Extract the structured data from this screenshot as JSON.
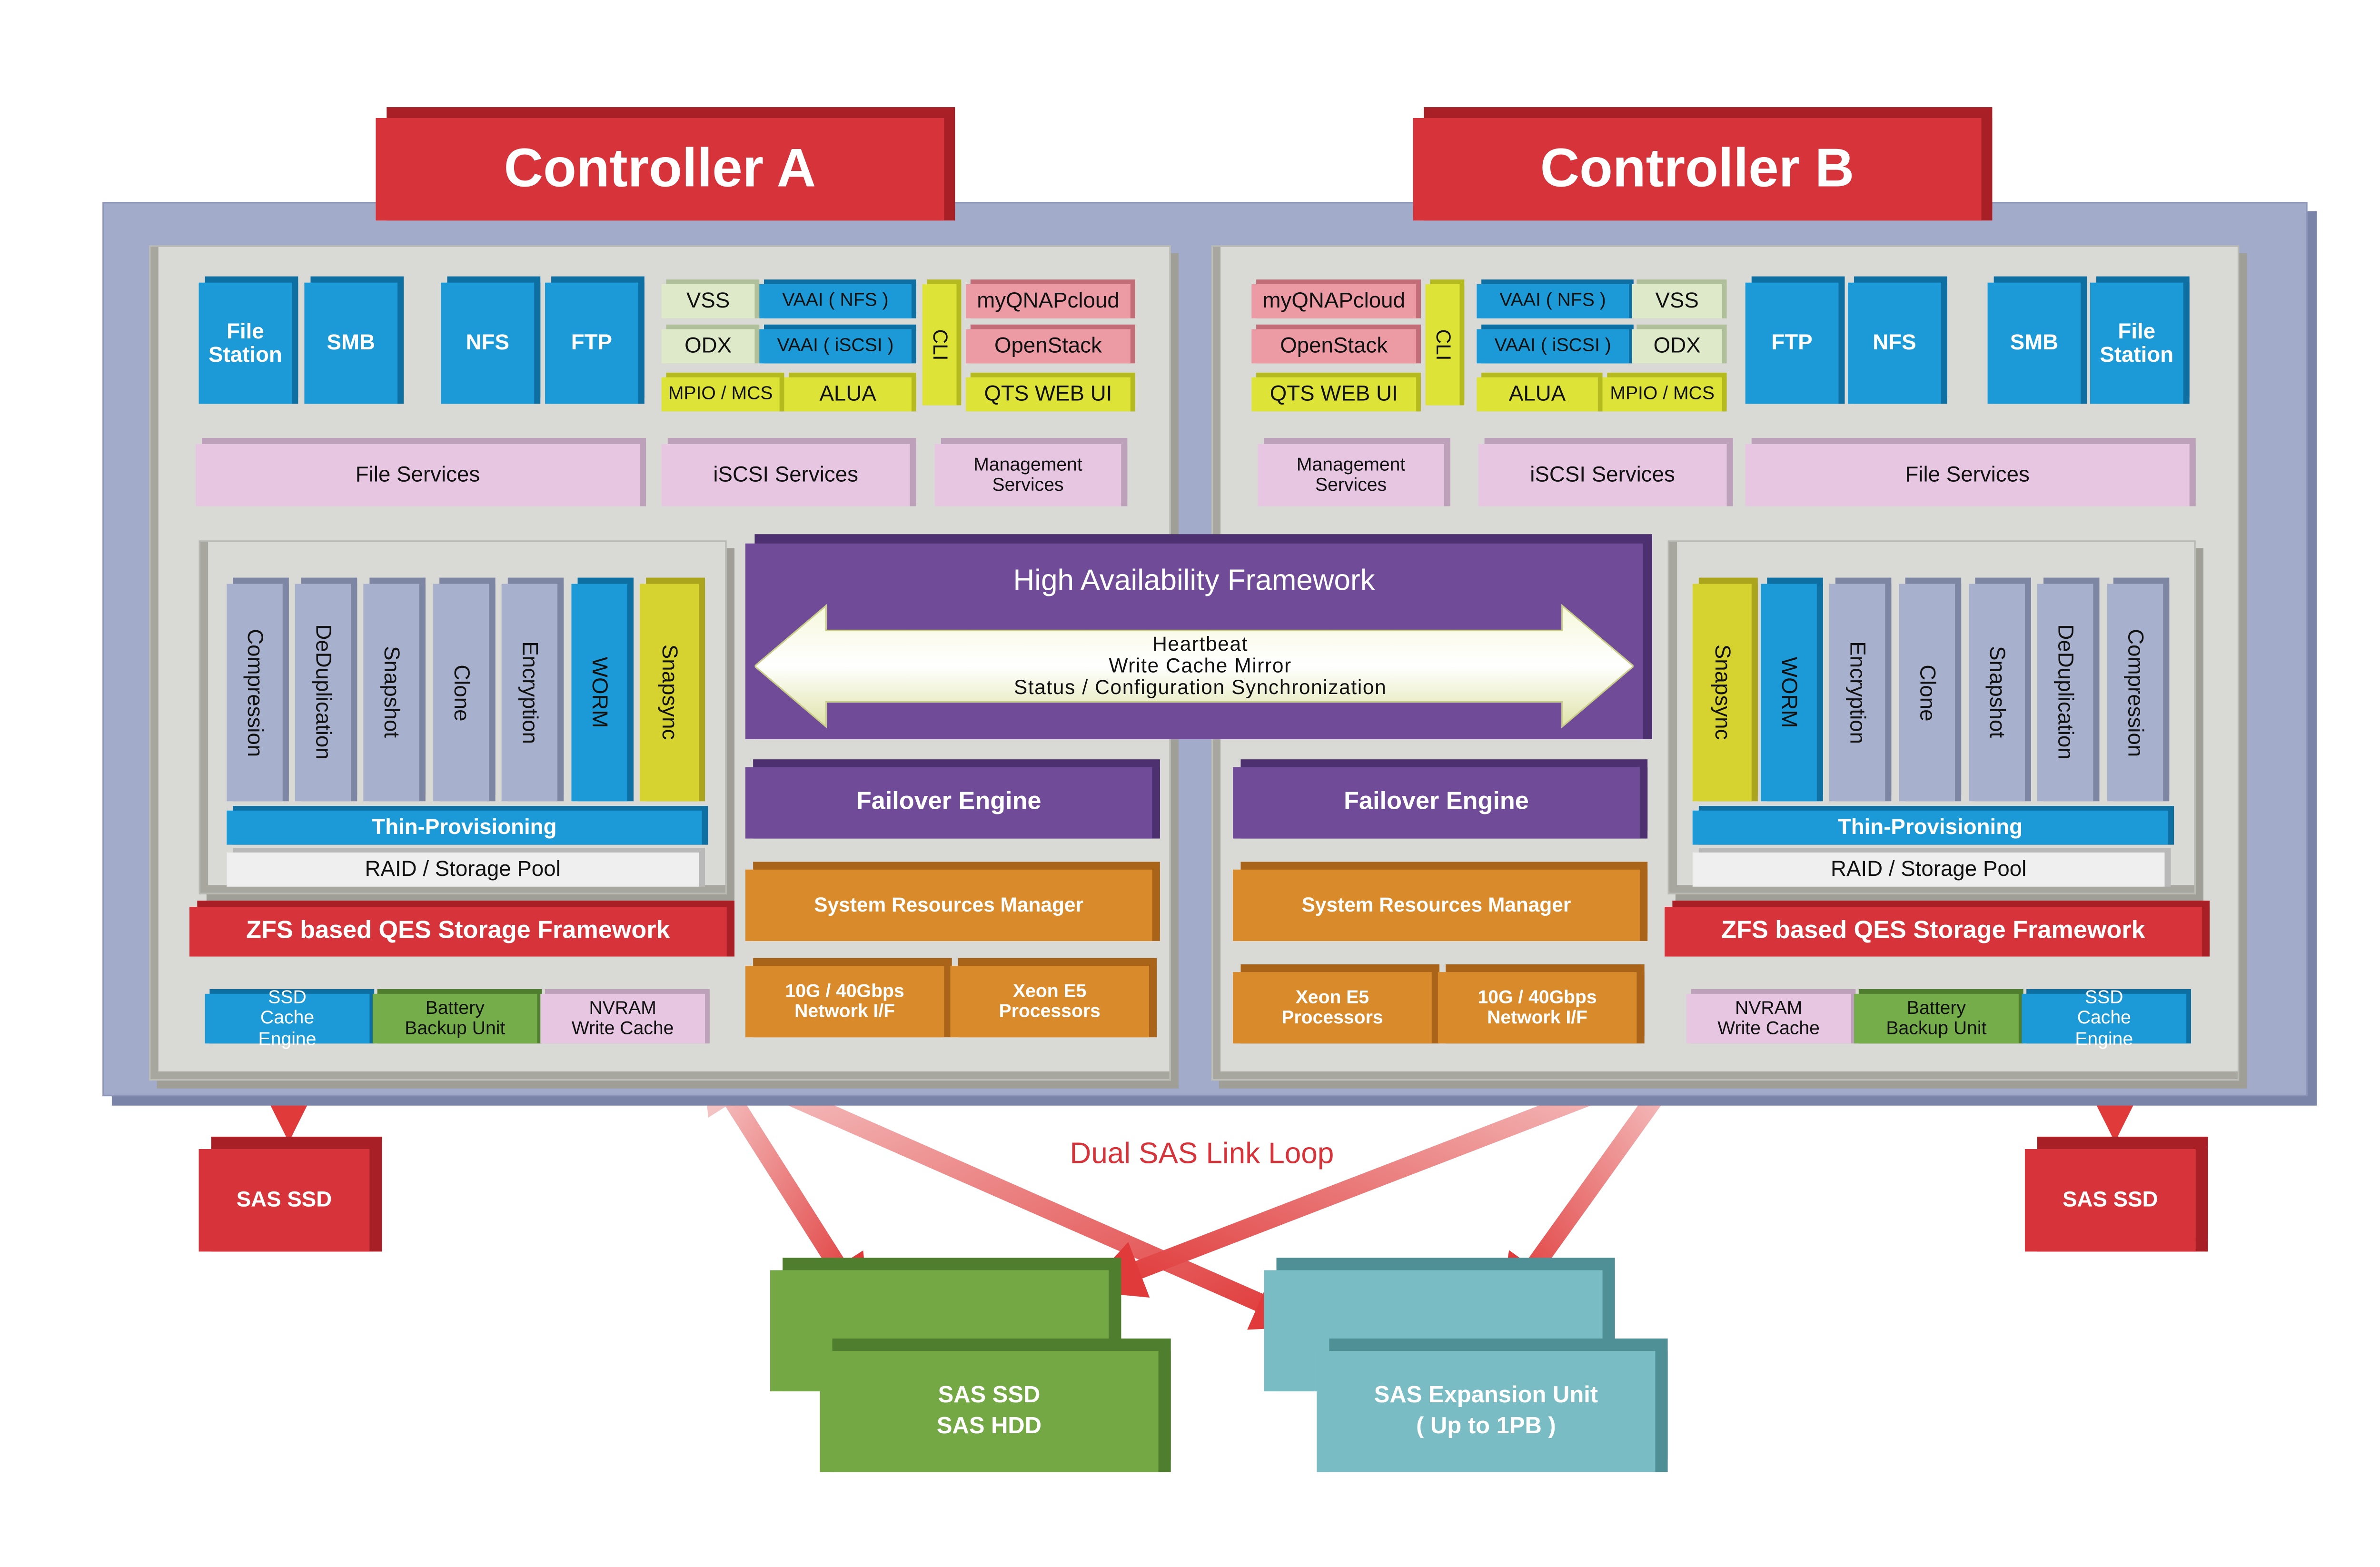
{
  "titles": {
    "controller_a": "Controller A",
    "controller_b": "Controller B"
  },
  "protocols": {
    "file_station": "File Station",
    "smb": "SMB",
    "nfs": "NFS",
    "ftp": "FTP"
  },
  "tags": {
    "vss": "VSS",
    "odx": "ODX",
    "mpio": "MPIO / MCS",
    "vaai_nfs": "VAAI ( NFS )",
    "vaai_iscsi": "VAAI ( iSCSI )",
    "alua": "ALUA",
    "cli": "CLI",
    "myqnapcloud": "myQNAPcloud",
    "openstack": "OpenStack",
    "qts_web_ui": "QTS WEB UI"
  },
  "services": {
    "file": "File Services",
    "iscsi": "iSCSI Services",
    "management": "Management Services"
  },
  "storage_features": [
    "Compression",
    "DeDuplication",
    "Snapshot",
    "Clone",
    "Encryption",
    "WORM",
    "Snapsync"
  ],
  "layers": {
    "thin": "Thin-Provisioning",
    "raid": "RAID / Storage Pool",
    "zfs": "ZFS based QES Storage Framework"
  },
  "hardware": {
    "ssd_cache": "SSD Cache Engine",
    "battery": "Battery Backup Unit",
    "nvram": "NVRAM Write Cache"
  },
  "center": {
    "ha_title": "High Availability Framework",
    "ha_items": [
      "Heartbeat",
      "Write Cache Mirror",
      "Status / Configuration Synchronization"
    ],
    "failover": "Failover Engine",
    "srm": "System Resources Manager",
    "network": "10G / 40Gbps Network I/F",
    "processors": "Xeon E5 Processors"
  },
  "external": {
    "sas_ssd": "SAS SSD",
    "disk_line1": "SAS SSD",
    "disk_line2": "SAS HDD",
    "expansion_line1": "SAS Expansion Unit",
    "expansion_line2": "( Up to 1PB )",
    "link_label": "Dual SAS Link Loop"
  },
  "colors": {
    "controller_red": "#d6333a",
    "protocol_blue": "#1c9ad8",
    "framework_purple": "#6f4b98",
    "resource_orange": "#d98a2b",
    "disk_green": "#74a844",
    "expansion_teal": "#79bcc3",
    "chassis": "#a3abcb"
  }
}
